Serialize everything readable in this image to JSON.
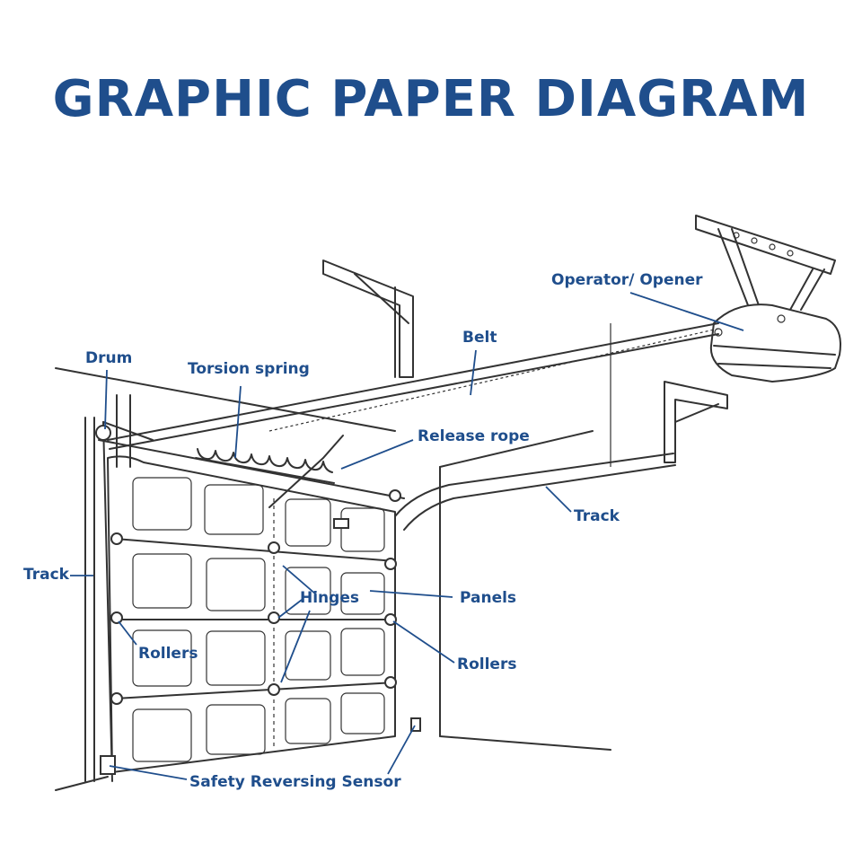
{
  "title": "GRAPHIC PAPER DIAGRAM",
  "labels": {
    "drum": "Drum",
    "torsion_spring": "Torsion spring",
    "belt": "Belt",
    "operator": "Operator/ Opener",
    "release_rope": "Release rope",
    "track_right": "Track",
    "track_left": "Track",
    "hinges": "Hinges",
    "panels": "Panels",
    "rollers_left": "Rollers",
    "rollers_right": "Rollers",
    "sensor": "Safety Reversing Sensor"
  },
  "colors": {
    "accent": "#1f4e8c",
    "line": "#333333",
    "background": "#ffffff"
  }
}
